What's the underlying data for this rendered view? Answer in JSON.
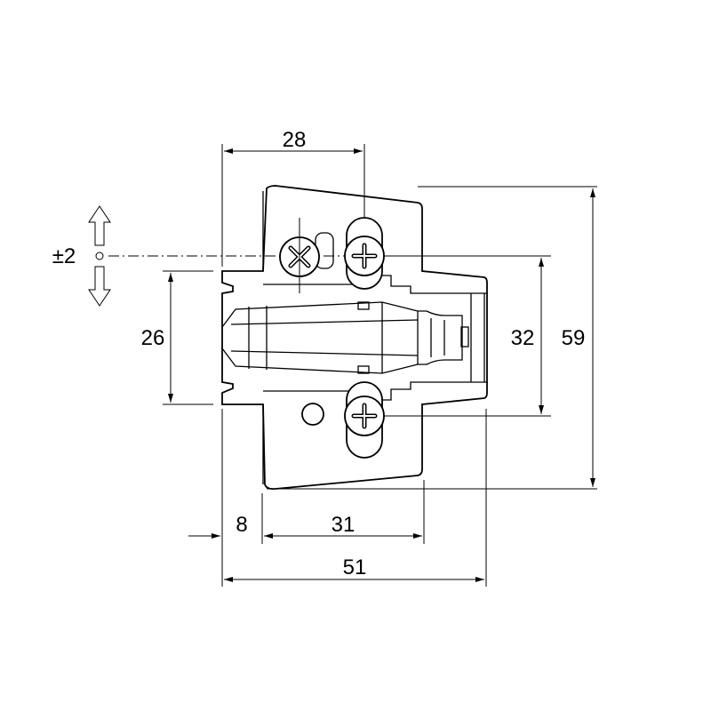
{
  "dimensions": {
    "top_width": "28",
    "adjust_range": "±2",
    "slot_height": "26",
    "screw_spacing": "32",
    "total_height": "59",
    "offset_left": "8",
    "plate_width": "31",
    "total_width": "51"
  }
}
